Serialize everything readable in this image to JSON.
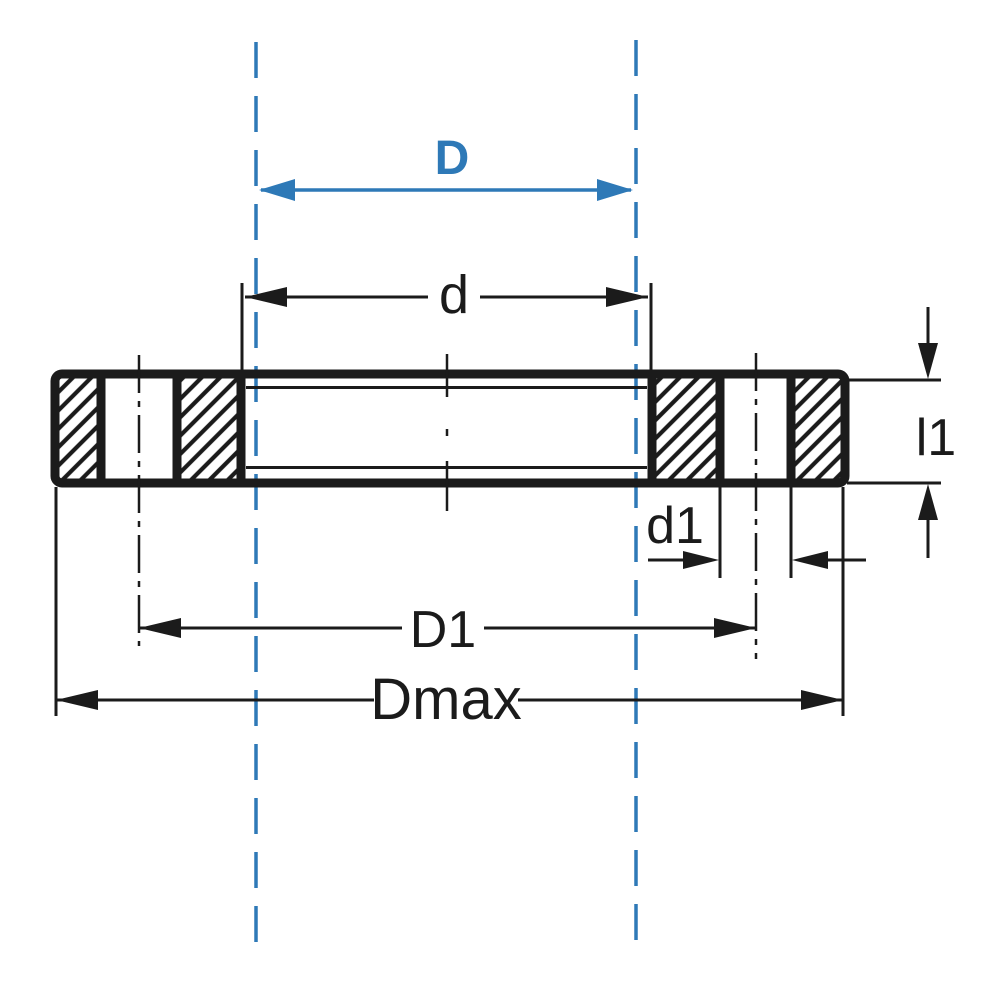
{
  "labels": {
    "D": "D",
    "d": "d",
    "l1": "l1",
    "d1": "d1",
    "D1": "D1",
    "Dmax": "Dmax"
  },
  "colors": {
    "dimension_accent": "#2e79b7",
    "ink": "#1b1b1b",
    "background": "#ffffff"
  }
}
